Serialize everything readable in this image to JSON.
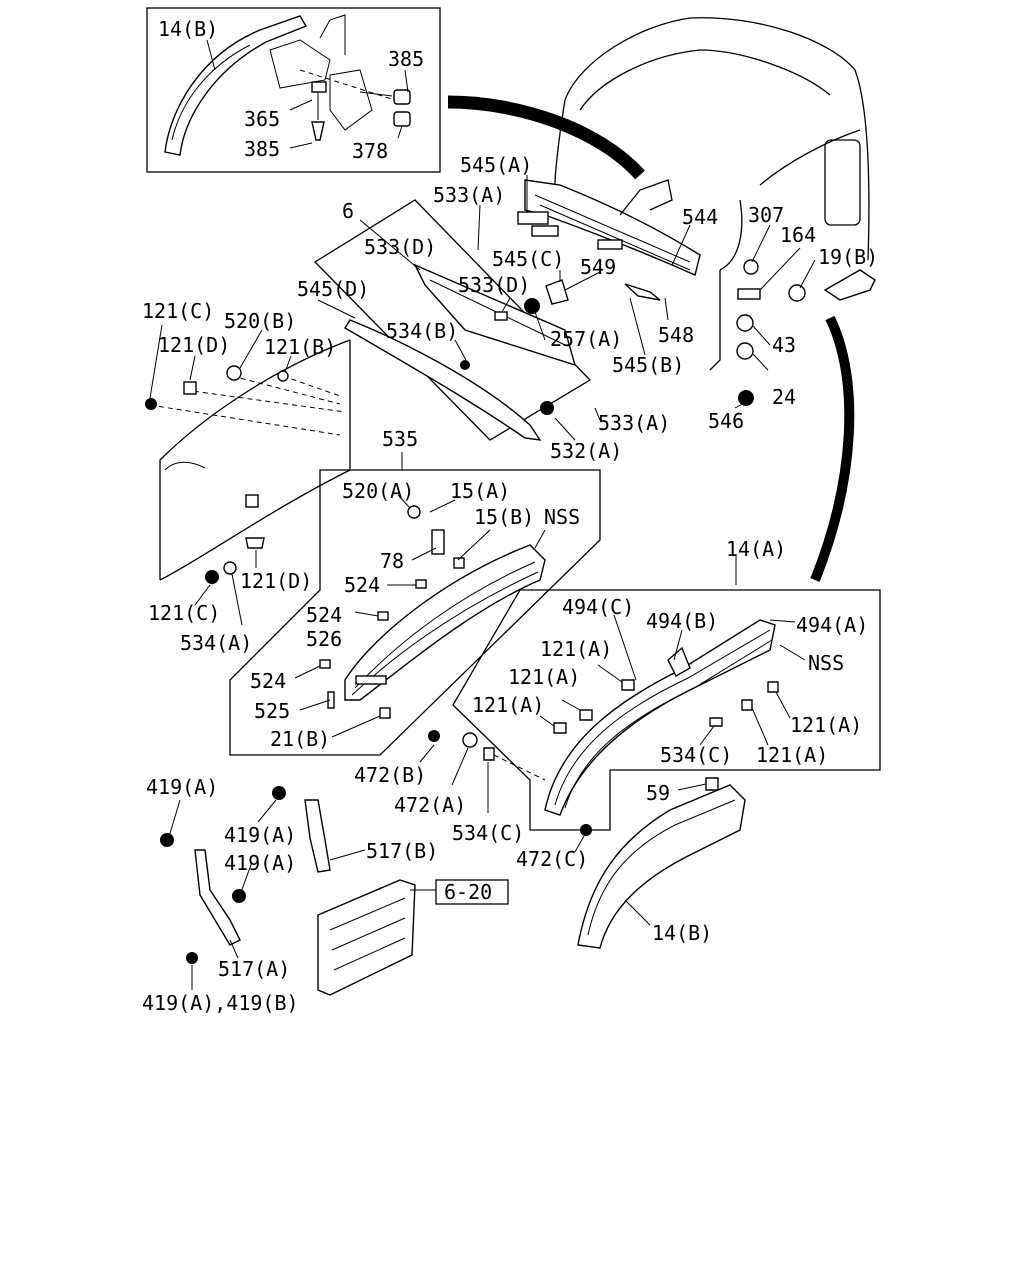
{
  "labels": {
    "l14b_top": "14(B)",
    "l385_a": "385",
    "l365": "365",
    "l385_b": "385",
    "l378": "378",
    "l545a": "545(A)",
    "l533a_top": "533(A)",
    "l6": "6",
    "l533d_1": "533(D)",
    "l544": "544",
    "l307": "307",
    "l164": "164",
    "l19b": "19(B)",
    "l545c": "545(C)",
    "l549": "549",
    "l545d": "545(D)",
    "l533d_2": "533(D)",
    "l121c_top": "121(C)",
    "l520b": "520(B)",
    "l121d_top": "121(D)",
    "l121b": "121(B)",
    "l534b": "534(B)",
    "l257a": "257(A)",
    "l548": "548",
    "l43": "43",
    "l545b": "545(B)",
    "l24": "24",
    "l533a_mid": "533(A)",
    "l546": "546",
    "l532a": "532(A)",
    "l535": "535",
    "l520a": "520(A)",
    "l15a": "15(A)",
    "l15b": "15(B)",
    "nss1": "NSS",
    "l78": "78",
    "l524_1": "524",
    "l524_2": "524",
    "l526": "526",
    "l524_3": "524",
    "l525": "525",
    "l21b": "21(B)",
    "l121d_bot": "121(D)",
    "l121c_bot": "121(C)",
    "l534a": "534(A)",
    "l14a": "14(A)",
    "l494c": "494(C)",
    "l494b": "494(B)",
    "l494a": "494(A)",
    "nss2": "NSS",
    "l121a_1": "121(A)",
    "l121a_2": "121(A)",
    "l121a_3": "121(A)",
    "l121a_4": "121(A)",
    "l121a_5": "121(A)",
    "l534c_1": "534(C)",
    "l472b": "472(B)",
    "l472a": "472(A)",
    "l534c_2": "534(C)",
    "l59": "59",
    "l472c": "472(C)",
    "l419a_1": "419(A)",
    "l419a_2": "419(A)",
    "l419a_3": "419(A)",
    "l517b": "517(B)",
    "ref620": "6-20",
    "l517a": "517(A)",
    "l419ab": "419(A),419(B)",
    "l14b_bot": "14(B)"
  }
}
